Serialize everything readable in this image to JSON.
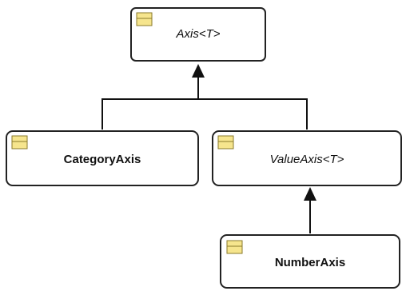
{
  "diagram": {
    "nodes": {
      "axis": {
        "label": "Axis<T>",
        "icon": "class-icon"
      },
      "category_axis": {
        "label": "CategoryAxis",
        "icon": "class-icon"
      },
      "value_axis": {
        "label": "ValueAxis<T>",
        "icon": "class-icon"
      },
      "number_axis": {
        "label": "NumberAxis",
        "icon": "class-icon"
      }
    },
    "relations": [
      {
        "type": "generalization",
        "from": "category_axis",
        "to": "axis"
      },
      {
        "type": "generalization",
        "from": "value_axis",
        "to": "axis"
      },
      {
        "type": "generalization",
        "from": "number_axis",
        "to": "value_axis"
      }
    ],
    "colors": {
      "icon_fill": "#f6e58d",
      "line": "#111111"
    }
  }
}
